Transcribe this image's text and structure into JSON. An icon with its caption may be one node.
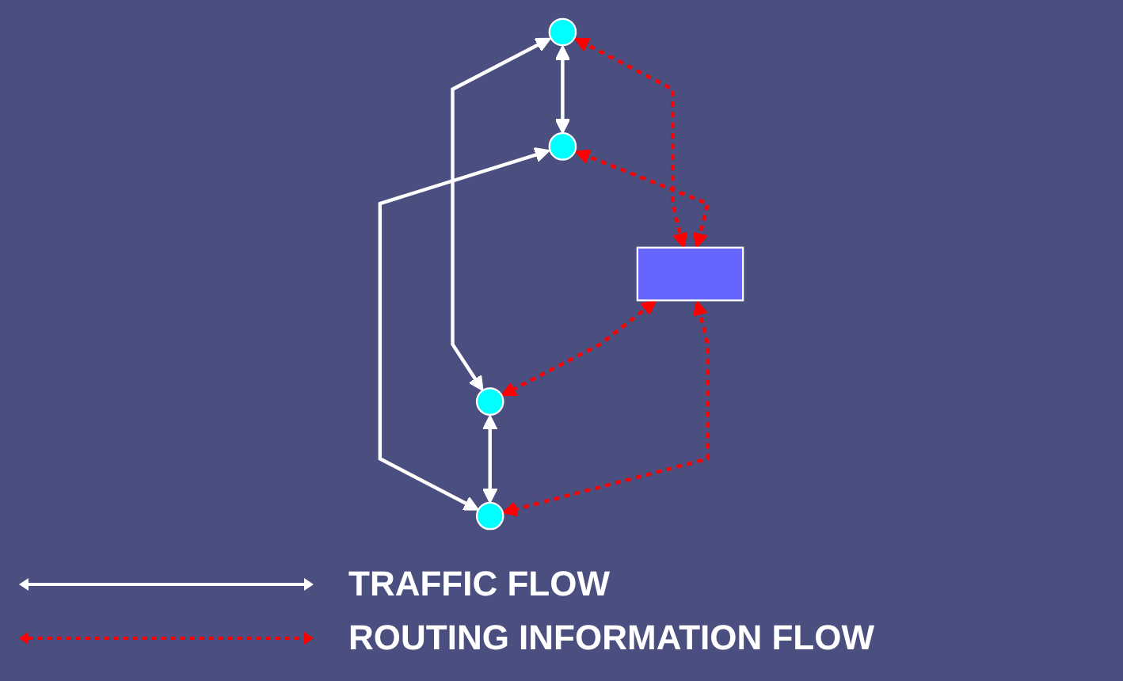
{
  "diagram": {
    "nodes": [
      {
        "text": [],
        "shape": "circle"
      },
      {
        "text": [],
        "shape": "circle"
      },
      {
        "text": [],
        "shape": "box"
      },
      {
        "text": [],
        "shape": "circle"
      },
      {
        "text": [],
        "shape": "circle"
      }
    ],
    "edges": [
      {
        "from": 0,
        "to": 1,
        "arrow": "both",
        "color": "#ffffff"
      },
      {
        "from": 0,
        "to": 3,
        "arrow": "both",
        "color": "#ffffff"
      },
      {
        "from": 1,
        "to": 4,
        "arrow": "both",
        "color": "#ffffff"
      },
      {
        "from": 3,
        "to": 4,
        "arrow": "both",
        "color": "#ffffff"
      },
      {
        "from": 0,
        "to": 2,
        "arrow": "both",
        "style": "dashed",
        "color": "#ff0000"
      },
      {
        "from": 1,
        "to": 2,
        "arrow": "both",
        "style": "dashed",
        "color": "#ff0000"
      },
      {
        "from": 2,
        "to": 3,
        "arrow": "both",
        "style": "dashed",
        "color": "#ff0000"
      },
      {
        "from": 2,
        "to": 4,
        "arrow": "both",
        "style": "dashed",
        "color": "#ff0000"
      }
    ],
    "legend": [
      {
        "text": "TRAFFIC FLOW"
      },
      {
        "text": "ROUTING INFORMATION FLOW"
      }
    ]
  }
}
